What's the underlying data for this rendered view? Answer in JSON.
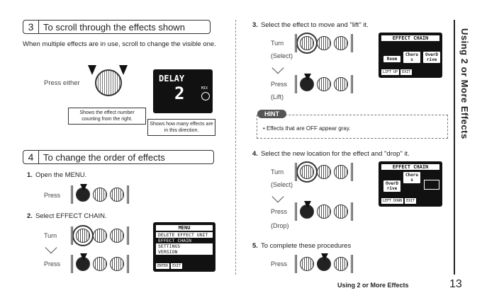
{
  "sec3": {
    "num": "3",
    "title": "To scroll through the effects shown",
    "para": "When multiple effects are in use, scroll to change the visible one.",
    "press_either": "Press either",
    "lcd": {
      "name": "DELAY",
      "number": "2",
      "mix": "MIX"
    },
    "callout1": "Shows the effect number counting from the right.",
    "callout2": "Shows how many effects are in this direction."
  },
  "sec4": {
    "num": "4",
    "title": "To change the order of effects",
    "step1_num": "1.",
    "step1": "Open the MENU.",
    "press": "Press",
    "step2_num": "2.",
    "step2": "Select EFFECT CHAIN.",
    "turn": "Turn",
    "press2": "Press",
    "menu": {
      "title": "MENU",
      "items": [
        "DELETE EFFECT UNIT",
        "EFFECT CHAIN",
        "SETTINGS",
        "VERSION"
      ],
      "foot": [
        "ENTER",
        "EXIT"
      ]
    }
  },
  "right": {
    "step3_num": "3.",
    "step3": "Select the effect to move and \"lift\" it.",
    "turn": "Turn",
    "select": "(Select)",
    "press": "Press",
    "lift": "(Lift)",
    "chain1": {
      "title": "EFFECT CHAIN",
      "fx": [
        "Room",
        "Choru s",
        "OverD rive"
      ],
      "foot": [
        "LIFT UP",
        "EXIT"
      ]
    },
    "hint_label": "HINT",
    "hint": "Effects that are OFF appear gray.",
    "step4_num": "4.",
    "step4": "Select the new location for the effect and \"drop\" it.",
    "turn2": "Turn",
    "select2": "(Select)",
    "press2": "Press",
    "drop": "(Drop)",
    "chain2": {
      "title": "EFFECT CHAIN",
      "fx": [
        "Choru s",
        "OverD rive"
      ],
      "foot": [
        "LEFT DOWN",
        "EXIT"
      ]
    },
    "step5_num": "5.",
    "step5": "To complete these procedures",
    "press3": "Press"
  },
  "side_tab": "Using 2 or More Effects",
  "footer": {
    "label": "Using 2 or More Effects",
    "page": "13"
  }
}
